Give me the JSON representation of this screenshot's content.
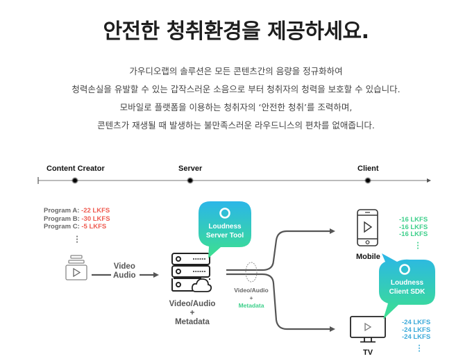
{
  "header": {
    "title": "안전한 청취환경을 제공하세요.",
    "description": [
      "가우디오랩의 솔루션은 모든 콘텐츠간의 음량을 정규화하여",
      "청력손실을 유발할 수 있는 갑작스러운 소음으로 부터 청취자의 청력을 보호할 수 있습니다.",
      "모바일로 플랫폼을 이용하는 청취자의 ‘안전한 청취’를 조력하며,",
      "콘텐츠가 재생될 때 발생하는 불만족스러운 라우드니스의 편차를 없애줍니다."
    ]
  },
  "timeline": {
    "stages": [
      "Content Creator",
      "Server",
      "Client"
    ]
  },
  "content_creator": {
    "programs": [
      {
        "name": "Program A:",
        "value": "-22 LKFS"
      },
      {
        "name": "Program B:",
        "value": "-30 LKFS"
      },
      {
        "name": "Program C:",
        "value": "-5 LKFS"
      }
    ],
    "ellipsis": "⋮",
    "arrow_label": [
      "Video",
      "Audio"
    ]
  },
  "server": {
    "bubble_title": [
      "Loudness",
      "Server Tool"
    ],
    "output_label": [
      "Video/Audio",
      "+",
      "Metadata"
    ]
  },
  "stream": {
    "label": [
      "Video/Audio",
      "+",
      "Metadata"
    ]
  },
  "client": {
    "mobile": {
      "label": "Mobile",
      "values": [
        "-16 LKFS",
        "-16 LKFS",
        "-16 LKFS"
      ],
      "ellipsis": "⋮"
    },
    "tv": {
      "label": "TV",
      "values": [
        "-24 LKFS",
        "-24 LKFS",
        "-24 LKFS"
      ],
      "ellipsis": "⋮"
    },
    "bubble_title": [
      "Loudness",
      "Client SDK"
    ]
  },
  "colors": {
    "program_value": "#ef5a4f",
    "mobile_value": "#3ccf8a",
    "tv_value": "#3aa9d9",
    "bubble_top": "#2bb6e8",
    "bubble_bottom": "#3de08e",
    "metadata": "#3ccf8a"
  }
}
